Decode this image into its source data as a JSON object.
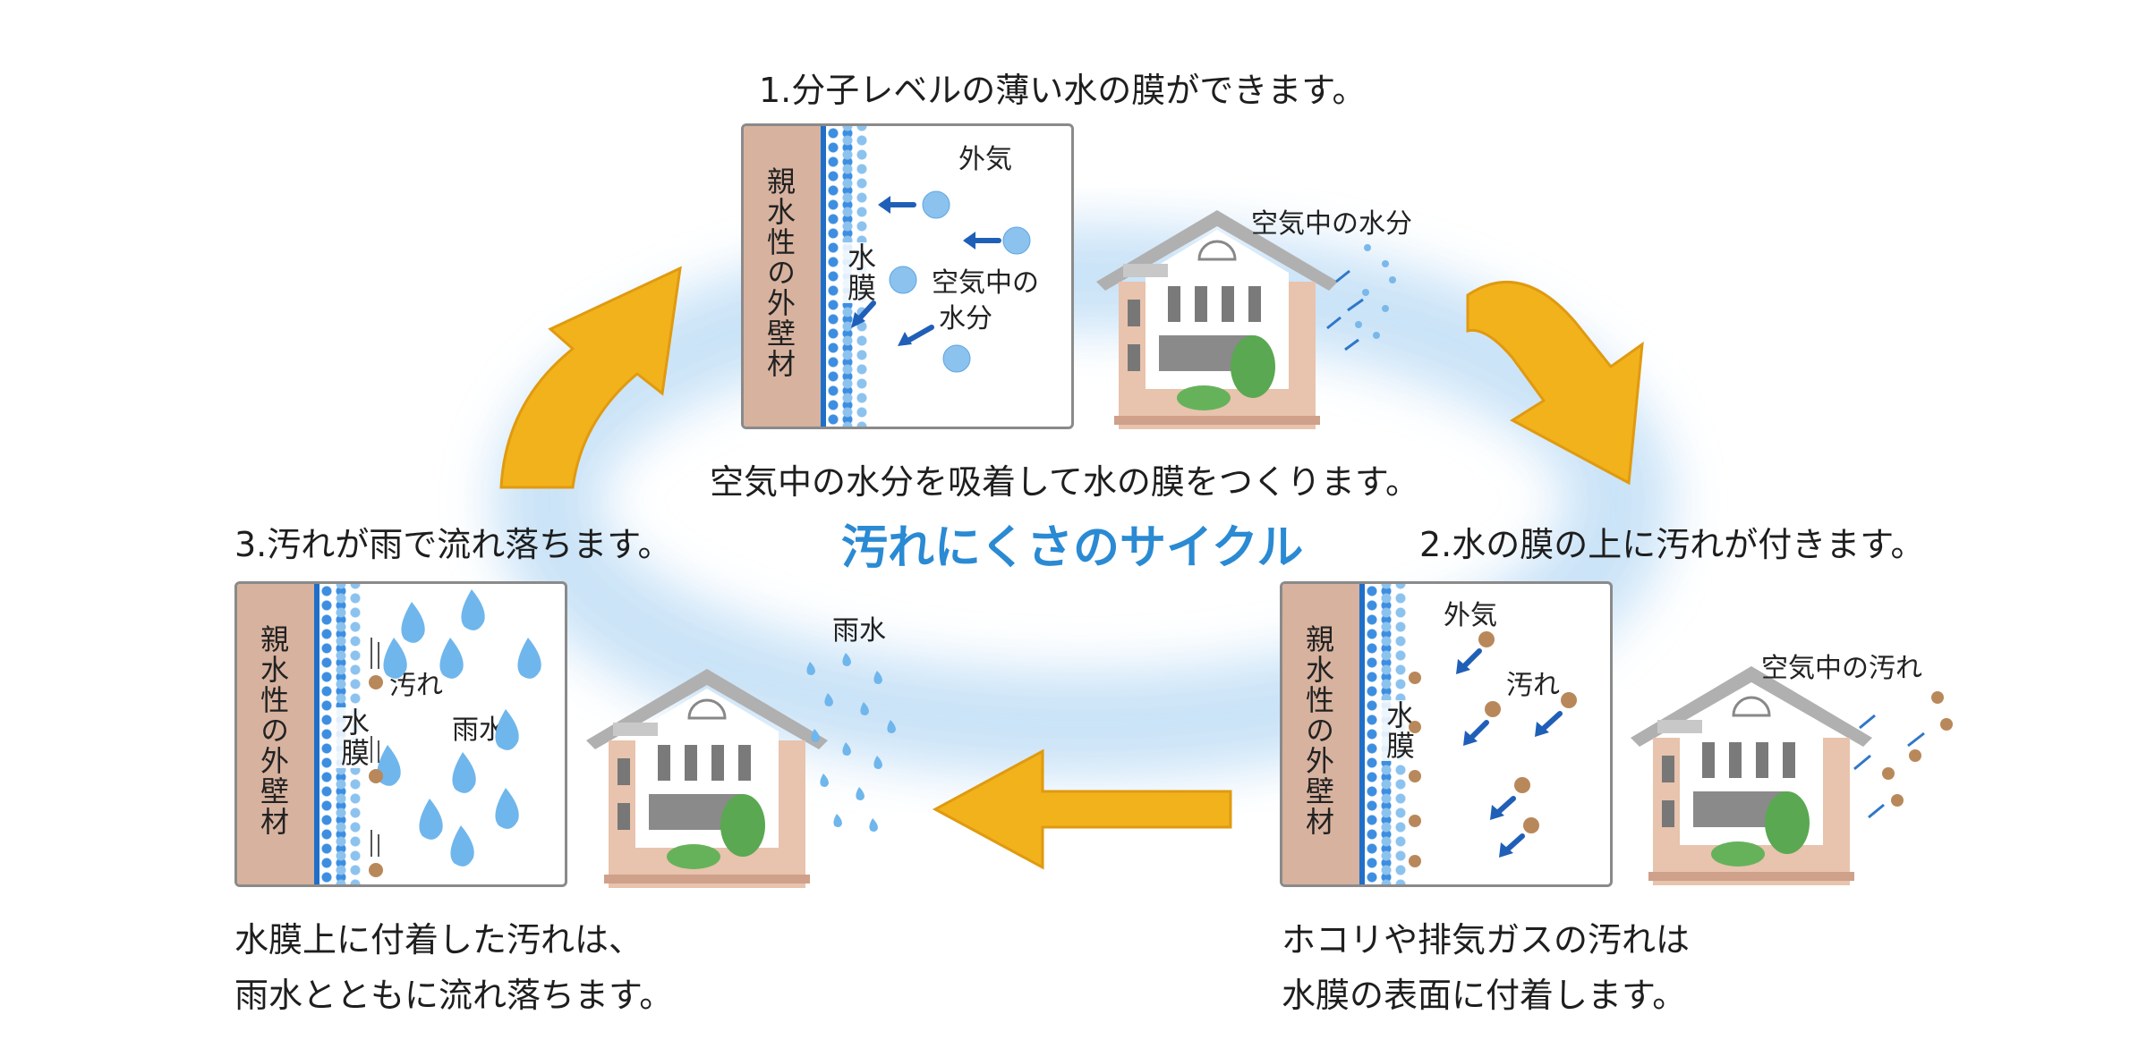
{
  "cycle_title": "汚れにくさのサイクル",
  "step1": {
    "title": "1.分子レベルの薄い水の膜ができます。",
    "caption": "空気中の水分を吸着して水の膜をつくります。",
    "panel": {
      "wall_label": "親水性の外壁材",
      "film_label": "水膜",
      "outside_label": "外気",
      "moisture_label_line1": "空気中の",
      "moisture_label_line2": "水分"
    },
    "house_label": "空気中の水分"
  },
  "step2": {
    "title": "2.水の膜の上に汚れが付きます。",
    "caption_line1": "ホコリや排気ガスの汚れは",
    "caption_line2": "水膜の表面に付着します。",
    "panel": {
      "wall_label": "親水性の外壁材",
      "film_label": "水膜",
      "outside_label": "外気",
      "dirt_label": "汚れ"
    },
    "house_label": "空気中の汚れ"
  },
  "step3": {
    "title": "3.汚れが雨で流れ落ちます。",
    "caption_line1": "水膜上に付着した汚れは、",
    "caption_line2": "雨水とともに流れ落ちます。",
    "panel": {
      "wall_label": "親水性の外壁材",
      "film_label": "水膜",
      "dirt_label": "汚れ",
      "rain_label": "雨水"
    },
    "house_label": "雨水"
  },
  "colors": {
    "arrow": "#f2b21c",
    "arrow_shade": "#e09a10",
    "title_blue": "#2a8ad3",
    "ring_blue": "#cfe6f8",
    "wall": "#d7b29f",
    "film_blue": "#1f6fc8",
    "dirt": "#b9885a"
  },
  "icons": [
    "cycle-arrow-icon",
    "house-icon",
    "water-drop-icon",
    "dirt-particle-icon",
    "small-arrow-icon"
  ]
}
